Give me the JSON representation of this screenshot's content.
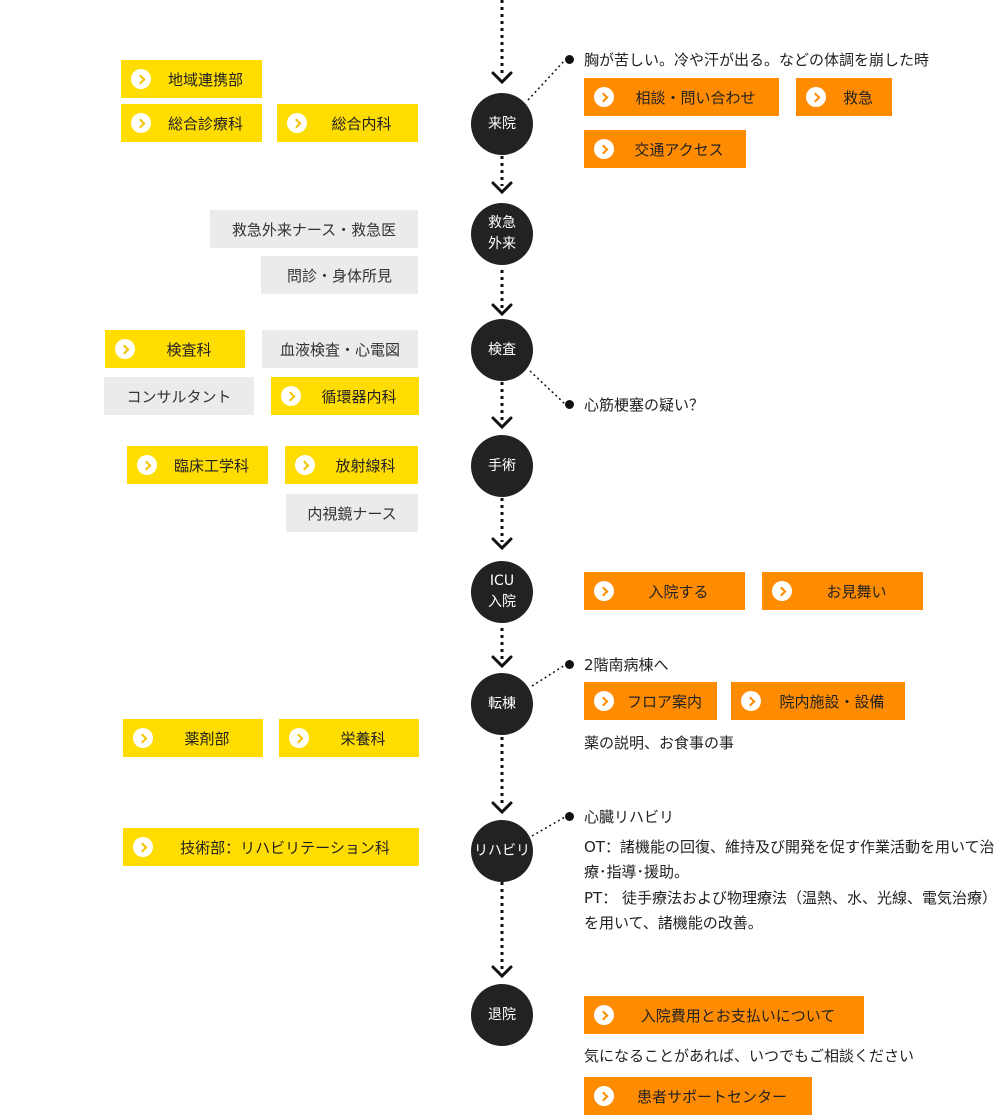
{
  "colors": {
    "yellow": "#ffdd00",
    "orange": "#ff8c00",
    "gray": "#ebebeb",
    "node": "#222222"
  },
  "steps": {
    "raiin": "来院",
    "kyukyu": [
      "救急",
      "外来"
    ],
    "kensa": "検査",
    "shujutsu": "手術",
    "icu": [
      "ICU",
      "入院"
    ],
    "tento": "転棟",
    "rehab": "リハビリ",
    "taiin": "退院"
  },
  "left": {
    "chiiki": "地域連携部",
    "sogo_shinryo": "総合診療科",
    "sogo_naika": "総合内科",
    "kyukyu_nurse": "救急外来ナース・救急医",
    "monshin": "問診・身体所見",
    "kensaka": "検査科",
    "ketsueki": "血液検査・心電図",
    "consultant": "コンサルタント",
    "junkanki": "循環器内科",
    "rinsho": "臨床工学科",
    "hoshasen": "放射線科",
    "naishikyo": "内視鏡ナース",
    "yakuzai": "薬剤部",
    "eiyo": "栄養科",
    "gijutsu": "技術部：リハビリテーション科"
  },
  "right": {
    "raiin_note": "胸が苦しい。冷や汗が出る。などの体調を崩した時",
    "sodan": "相談・問い合わせ",
    "kyukyu_btn": "救急",
    "access": "交通アクセス",
    "kensa_note": "心筋梗塞の疑い？",
    "nyuin": "入院する",
    "omimai": "お見舞い",
    "tento_note": "2階南病棟へ",
    "floor": "フロア案内",
    "shisetsu": "院内施設・設備",
    "kusuri": "薬の説明、お食事の事",
    "rehab_note": "心臓リハビリ",
    "ot": "OT：諸機能の回復、維持及び開発を促す作業活動を用いて治療･指導･援助。",
    "pt": "PT： 徒手療法および物理療法（温熱、水、光線、電気治療）を用いて、諸機能の改善。",
    "hiyo": "入院費用とお支払いについて",
    "sodan_note": "気になることがあれば、いつでもご相談ください",
    "support": "患者サポートセンター"
  }
}
